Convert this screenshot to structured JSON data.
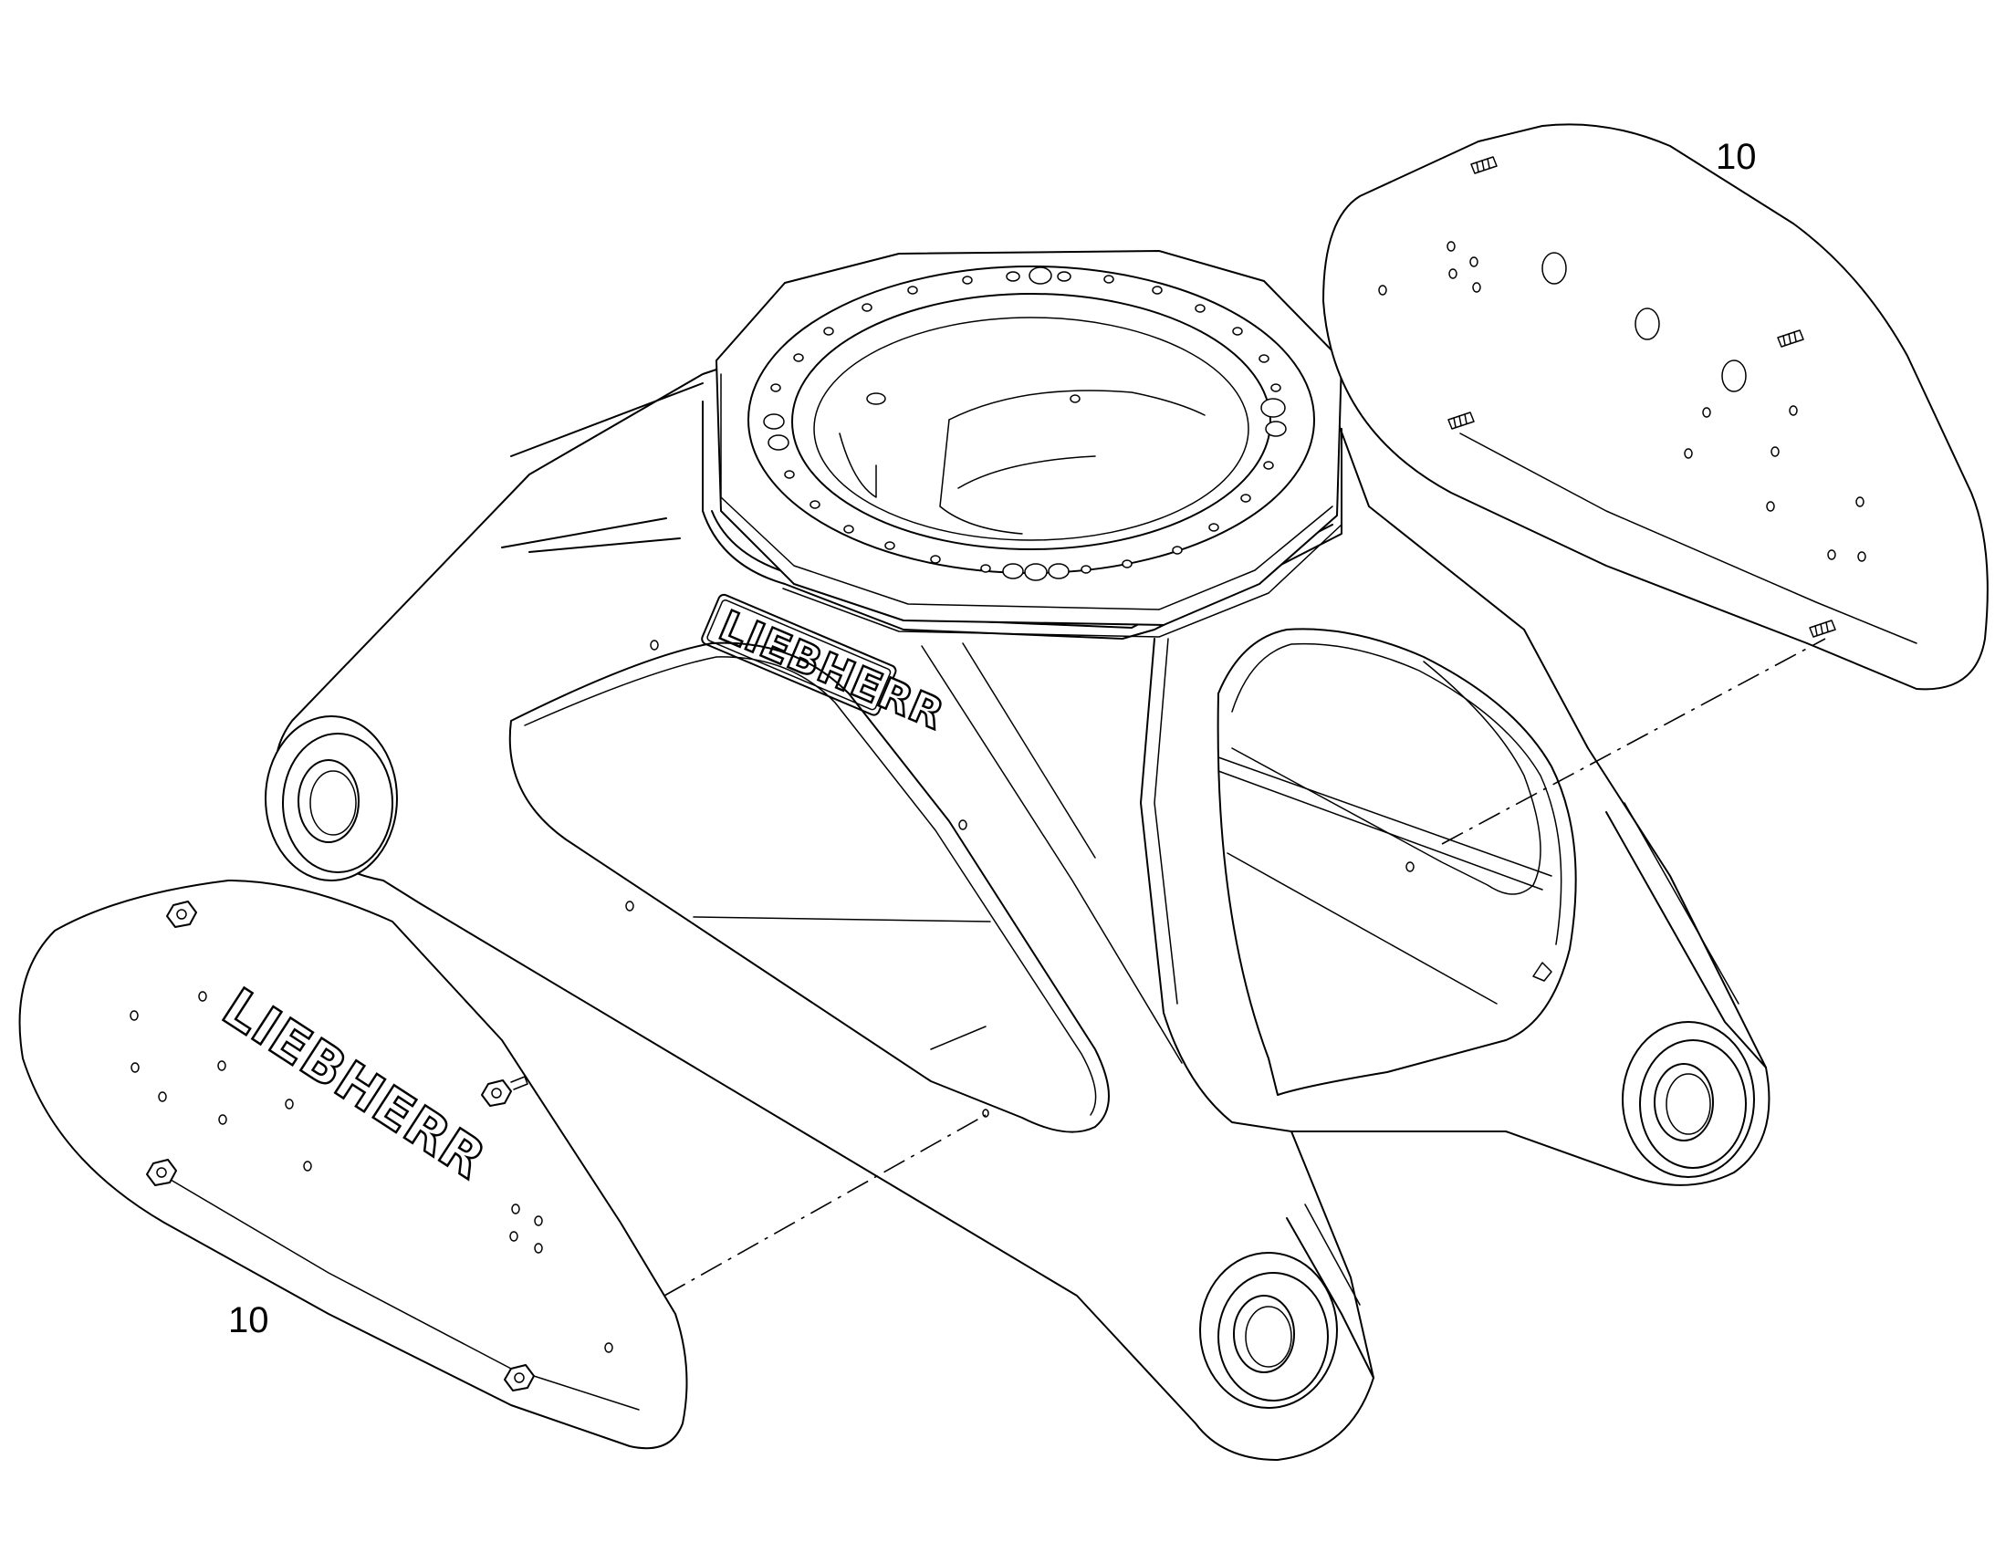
{
  "callouts": {
    "right_panel_number": "10",
    "left_panel_number": "10"
  },
  "logos": {
    "frame_logo": "LIEBHERR",
    "panel_logo": "LIEBHERR"
  }
}
